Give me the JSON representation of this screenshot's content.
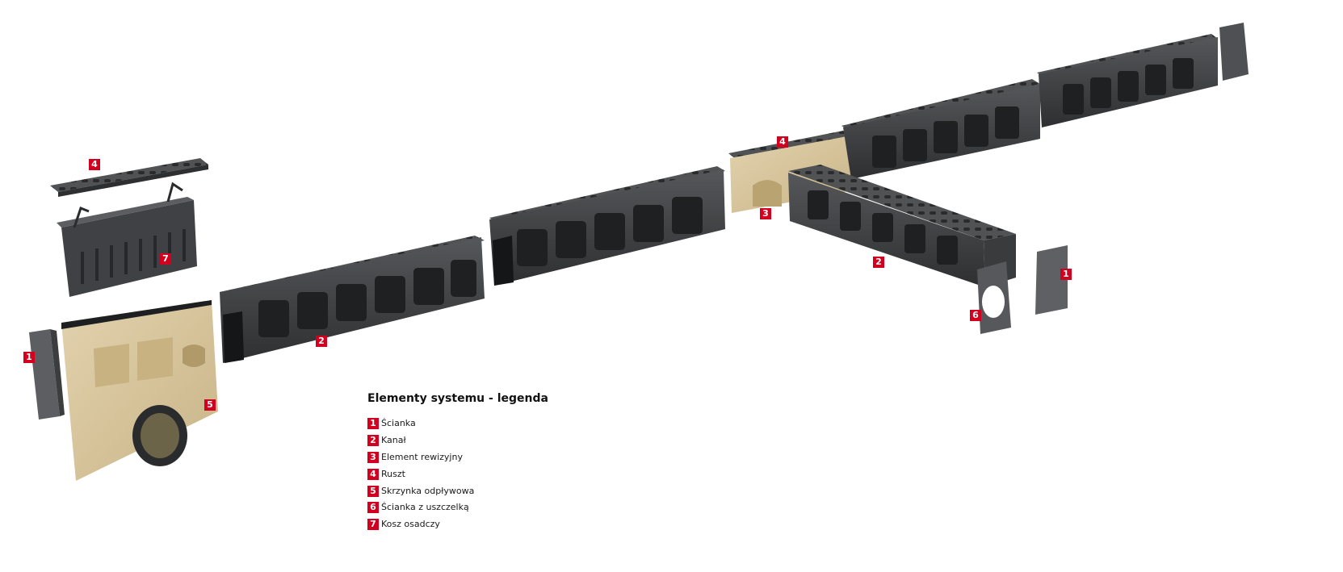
{
  "legend": {
    "title": "Elementy systemu - legenda",
    "items": [
      {
        "num": "1",
        "label": "Ścianka"
      },
      {
        "num": "2",
        "label": "Kanał"
      },
      {
        "num": "3",
        "label": "Element rewizyjny"
      },
      {
        "num": "4",
        "label": "Ruszt"
      },
      {
        "num": "5",
        "label": "Skrzynka odpływowa"
      },
      {
        "num": "6",
        "label": "Ścianka z uszczelką"
      },
      {
        "num": "7",
        "label": "Kosz osadczy"
      }
    ]
  },
  "markers": [
    "4",
    "7",
    "1",
    "5",
    "2",
    "4",
    "3",
    "2",
    "6",
    "1"
  ],
  "colors": {
    "marker": "#d2001e",
    "polymer_concrete": "#d9c7a0",
    "channel_dark": "#3a3b3d",
    "grate": "#4a4b4d"
  }
}
